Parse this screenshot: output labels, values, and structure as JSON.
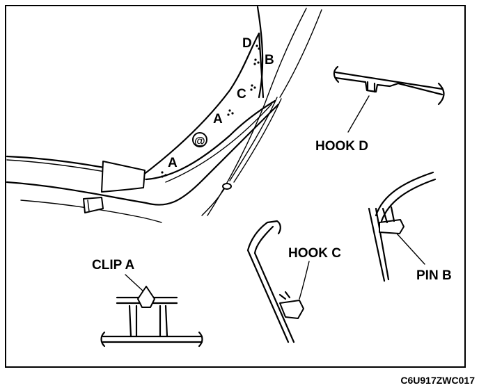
{
  "labels": {
    "pillar_a1": "A",
    "pillar_a2": "A",
    "pillar_b": "B",
    "pillar_c": "C",
    "pillar_d": "D",
    "hook_d": "HOOK D",
    "hook_c": "HOOK C",
    "pin_b": "PIN B",
    "clip_a": "CLIP A"
  },
  "figure_code": "C6U917ZWC017"
}
